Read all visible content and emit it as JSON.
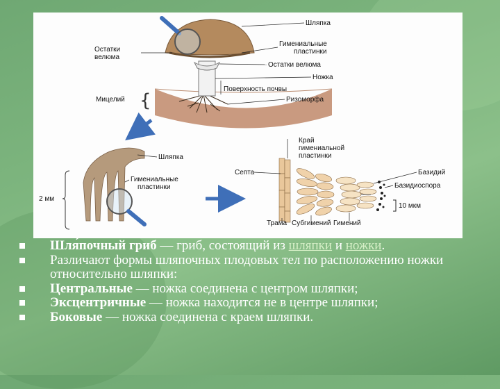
{
  "diagram": {
    "labels": {
      "shlyapka": "Шляпка",
      "gimenialnye_1": "Гимениальные",
      "plastinki_1": "пластинки",
      "ostatki_veluma_left_1": "Остатки",
      "ostatki_veluma_left_2": "велюма",
      "ostatki_veluma_right": "Остатки велюма",
      "nozhka": "Ножка",
      "poverkhnost_pochvy": "Поверхность почвы",
      "mitseliy": "Мицелий",
      "rizomorfa": "Ризоморфа",
      "shlyapka_2": "Шляпка",
      "gimenialnye_2": "Гимениальные",
      "plastinki_2": "пластинки",
      "scale_2mm": "2 мм",
      "krai_1": "Край",
      "krai_2": "гимениальной",
      "krai_3": "пластинки",
      "septa": "Септа",
      "bazidiy": "Базидий",
      "bazidiospora": "Базидиоспора",
      "scale_10mkm": "10 мкм",
      "trama": "Трама",
      "subgimeniy": "Субгимений",
      "gimeniy": "Гимений"
    },
    "colors": {
      "cap": "#b48a5e",
      "soil": "#c99a80",
      "gills": "#b59a7c",
      "arrow": "#3f6fb8",
      "cells": "#e9c79b"
    }
  },
  "bullets": [
    {
      "bold": "Шля́почный гриб",
      "text_a": " — гриб, состоящий из ",
      "link1": "шляпки",
      "text_b": " и ",
      "link2": "ножки",
      "text_c": "."
    },
    {
      "text": "Различают формы шляпочных плодовых тел по расположению ножки относительно шляпки:"
    },
    {
      "bold": "Центральные",
      "text": " — ножка соединена с центром шляпки;"
    },
    {
      "bold": "Эксцентричные",
      "text": " — ножка находится не в центре шляпки;"
    },
    {
      "bold": "Боковые",
      "text": " — ножка соединена с краем шляпки."
    }
  ]
}
